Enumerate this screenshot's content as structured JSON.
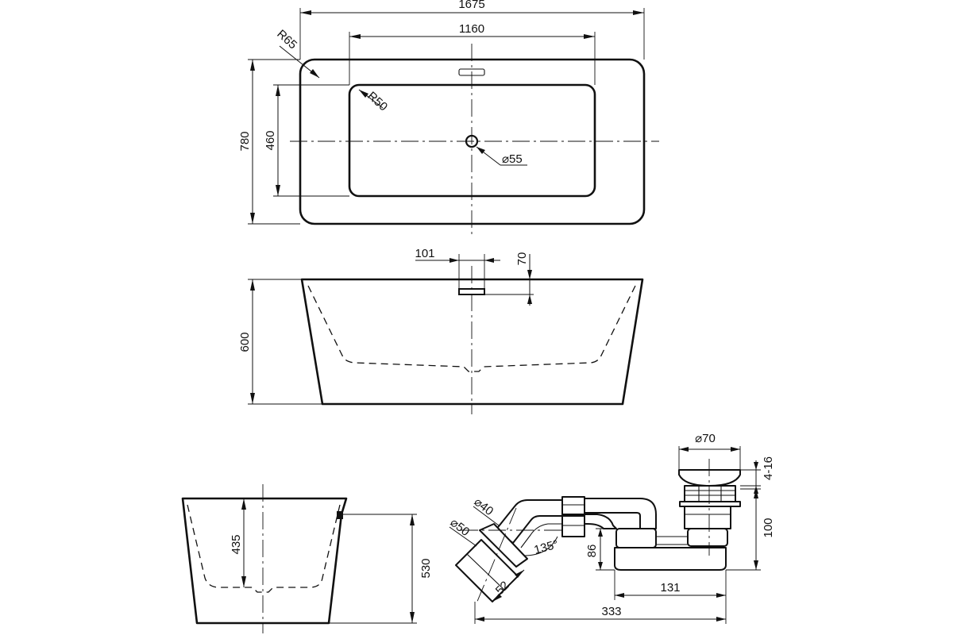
{
  "dimensions": {
    "top_width": "1675",
    "basin_width": "1160",
    "corner_radius_outer": "R65",
    "corner_radius_inner": "R50",
    "top_depth": "780",
    "basin_depth": "460",
    "drain_diameter": "⌀55",
    "overflow_width": "101",
    "overflow_offset": "70",
    "height": "600",
    "side_inner_height": "435",
    "side_height": "530"
  },
  "drain_kit": {
    "plug_diameter": "⌀70",
    "plug_thickness": "4-16",
    "pipe_diameter_inner": "⌀40",
    "pipe_diameter_outer": "⌀50",
    "angle": "135°",
    "outlet_length": "52",
    "trap_height": "86",
    "kit_height": "100",
    "trap_length": "131",
    "total_length": "333"
  }
}
